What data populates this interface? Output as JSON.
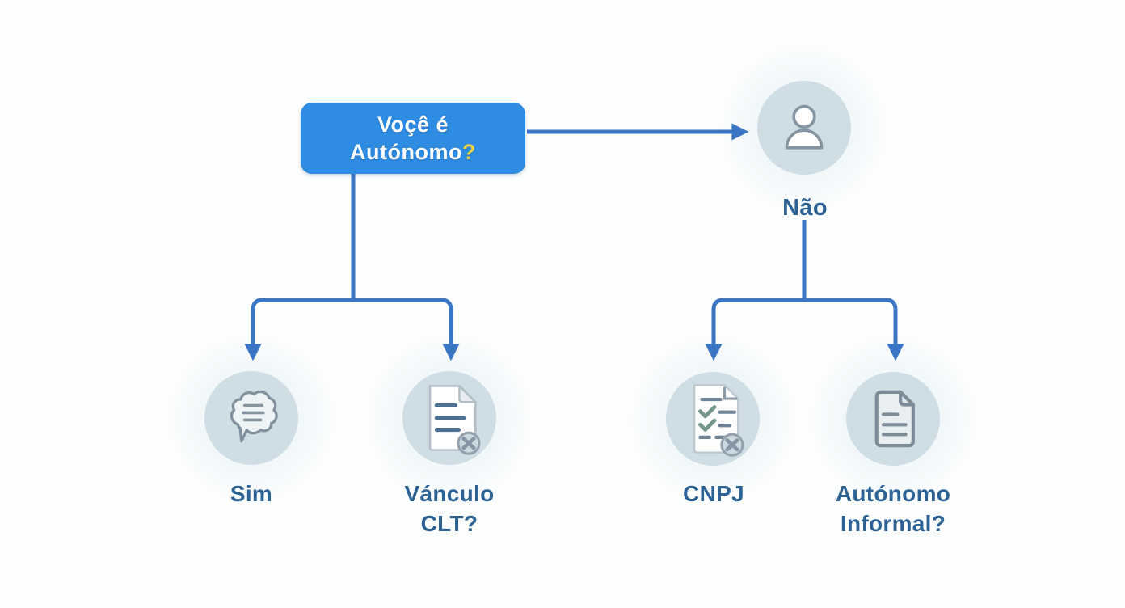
{
  "colors": {
    "root_box_blue": "#2e8ce2",
    "connector_blue": "#3a76c4",
    "label_blue": "#2d6295",
    "circle_background": "#cfdee4",
    "question_mark_yellow": "#e8d44a",
    "icon_stroke_gray": "#8494a1"
  },
  "root": {
    "line1": "Voçê é",
    "line2": "Autónomo",
    "question_mark": "?"
  },
  "branch_no": {
    "label": "Não",
    "icon": "person-icon"
  },
  "leaves": {
    "sim": {
      "line1": "Sim",
      "line2": "",
      "icon": "speech-bubble-icon"
    },
    "vinculo_clt": {
      "line1": "Vánculo",
      "line2": "CLT?",
      "icon": "document-x-icon"
    },
    "cnpj": {
      "line1": "CNPJ",
      "line2": "",
      "icon": "checklist-x-icon"
    },
    "autonomo_informal": {
      "line1": "Autónomo",
      "line2": "Informal?",
      "icon": "document-icon"
    }
  }
}
